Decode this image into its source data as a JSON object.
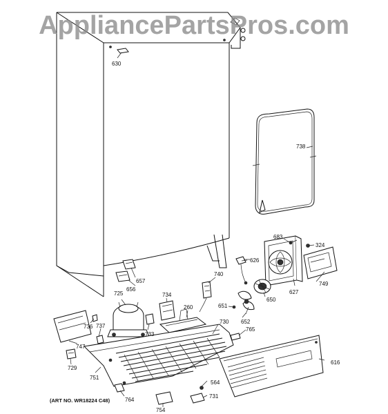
{
  "watermark": "AppliancePartsPros.com",
  "art_number": "(ART NO. WR18224 C48)",
  "parts": [
    {
      "id": "630",
      "slug": "630"
    },
    {
      "id": "738",
      "slug": "738"
    },
    {
      "id": "683",
      "slug": "683"
    },
    {
      "id": "324",
      "slug": "324"
    },
    {
      "id": "626",
      "slug": "626"
    },
    {
      "id": "749",
      "slug": "749"
    },
    {
      "id": "627",
      "slug": "627"
    },
    {
      "id": "740",
      "slug": "740"
    },
    {
      "id": "657",
      "slug": "657"
    },
    {
      "id": "656",
      "slug": "656"
    },
    {
      "id": "650",
      "slug": "650"
    },
    {
      "id": "651",
      "slug": "651"
    },
    {
      "id": "652",
      "slug": "652"
    },
    {
      "id": "725",
      "slug": "725"
    },
    {
      "id": "734",
      "slug": "734"
    },
    {
      "id": "260",
      "slug": "260"
    },
    {
      "id": "730",
      "slug": "730"
    },
    {
      "id": "765",
      "slug": "765"
    },
    {
      "id": "733",
      "slug": "733"
    },
    {
      "id": "736",
      "slug": "736"
    },
    {
      "id": "737",
      "slug": "737"
    },
    {
      "id": "747",
      "slug": "747"
    },
    {
      "id": "729",
      "slug": "729"
    },
    {
      "id": "751",
      "slug": "751"
    },
    {
      "id": "616",
      "slug": "616"
    },
    {
      "id": "564",
      "slug": "564"
    },
    {
      "id": "731",
      "slug": "731"
    },
    {
      "id": "764",
      "slug": "764"
    },
    {
      "id": "754",
      "slug": "754"
    }
  ]
}
